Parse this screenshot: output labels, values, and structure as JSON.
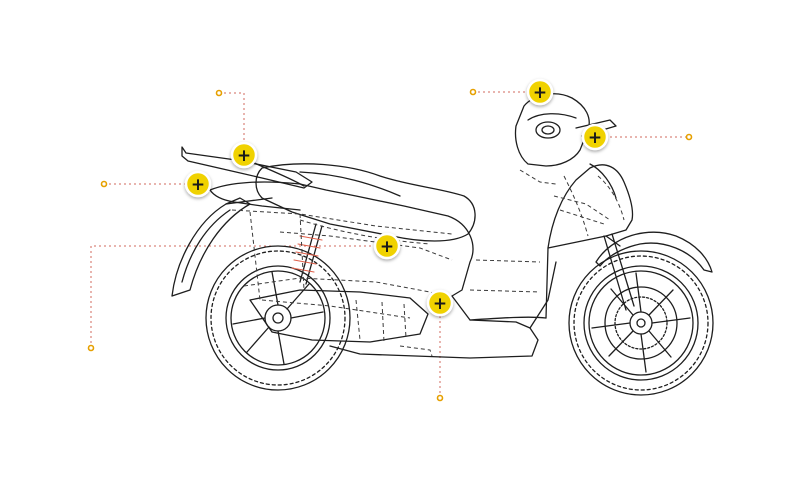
{
  "colors": {
    "line_art": "#1e1e1e",
    "dashed_hidden": "#3a3a3a",
    "hotspot_fill": "#f0d200",
    "hotspot_border": "#ffffff",
    "hotspot_glyph": "#1a1a1a",
    "leader_line": "#d16a5e",
    "leader_dot": "#e6a000",
    "background": "#ffffff"
  },
  "hotspot_glyph": "+",
  "hotspots": [
    {
      "id": "rear-rack",
      "icon": "plus-icon"
    },
    {
      "id": "rear-fender",
      "icon": "plus-icon"
    },
    {
      "id": "rear-shock",
      "icon": "plus-icon"
    },
    {
      "id": "seat-storage",
      "icon": "plus-icon"
    },
    {
      "id": "floorboard",
      "icon": "plus-icon"
    },
    {
      "id": "headlight",
      "icon": "plus-icon"
    },
    {
      "id": "handlebar-mirror",
      "icon": "plus-icon"
    }
  ]
}
